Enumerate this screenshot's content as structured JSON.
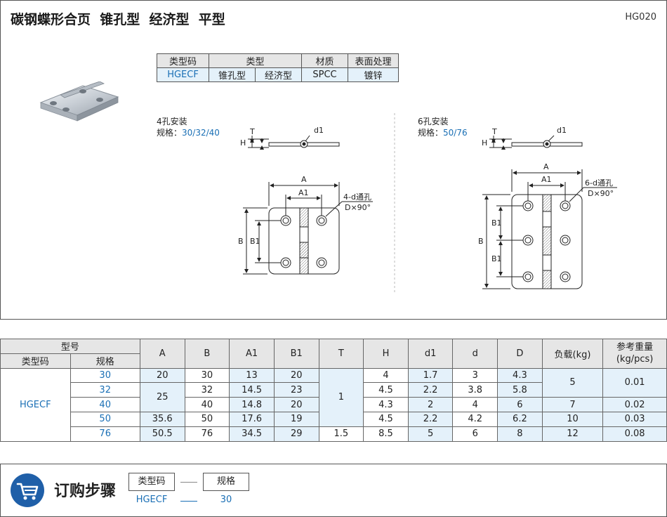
{
  "header": {
    "title": "碳钢蝶形合页  锥孔型  经济型  平型",
    "code": "HG020"
  },
  "type_table": {
    "headers": [
      "类型码",
      "类型",
      "材质",
      "表面处理"
    ],
    "type_code": "HGECF",
    "type_1": "锥孔型",
    "type_2": "经济型",
    "material": "SPCC",
    "surface": "镀锌"
  },
  "drawing_left": {
    "title": "4孔安装",
    "spec_label": "规格：",
    "spec_values": "30/32/40",
    "labels": {
      "t": "T",
      "h": "H",
      "d1": "d1",
      "a": "A",
      "a1": "A1",
      "b": "B",
      "b1": "B1",
      "hole_1": "4-d通孔",
      "hole_2": "D×90°"
    }
  },
  "drawing_right": {
    "title": "6孔安装",
    "spec_label": "规格：",
    "spec_values": "50/76",
    "labels": {
      "t": "T",
      "h": "H",
      "d1": "d1",
      "a": "A",
      "a1": "A1",
      "b": "B",
      "b1": "B1",
      "b1b": "B1",
      "hole_1": "6-d通孔",
      "hole_2": "D×90°"
    }
  },
  "spec_table": {
    "group_header": "型号",
    "sub_headers": [
      "类型码",
      "规格"
    ],
    "columns": [
      "A",
      "B",
      "A1",
      "B1",
      "T",
      "H",
      "d1",
      "d",
      "D",
      "负载(kg)",
      "参考重量\n(kg/pcs)"
    ],
    "type_code": "HGECF",
    "rows": [
      {
        "spec": "30",
        "A": "20",
        "B": "30",
        "A1": "13",
        "B1": "20",
        "T": "1",
        "H": "4",
        "d1": "1.7",
        "d": "3",
        "D": "4.3",
        "load": "5",
        "weight": "0.01"
      },
      {
        "spec": "32",
        "A": "25",
        "B": "32",
        "A1": "14.5",
        "B1": "23",
        "H": "4.5",
        "d1": "2.2",
        "d": "3.8",
        "D": "5.8"
      },
      {
        "spec": "40",
        "B": "40",
        "A1": "14.8",
        "B1": "20",
        "H": "4.3",
        "d1": "2",
        "d": "4",
        "D": "6",
        "load": "7",
        "weight": "0.02"
      },
      {
        "spec": "50",
        "A": "35.6",
        "B": "50",
        "A1": "17.6",
        "B1": "19",
        "H": "4.5",
        "d1": "2.2",
        "d": "4.2",
        "D": "6.2",
        "load": "10",
        "weight": "0.03"
      },
      {
        "spec": "76",
        "A": "50.5",
        "B": "76",
        "A1": "34.5",
        "B1": "29",
        "T": "1.5",
        "H": "8.5",
        "d1": "5",
        "d": "6",
        "D": "8",
        "load": "12",
        "weight": "0.08"
      }
    ]
  },
  "order": {
    "title": "订购步骤",
    "step1_label": "类型码",
    "step2_label": "规格",
    "step1_value": "HGECF",
    "step2_value": "30"
  },
  "colors": {
    "accent": "#1a6fb5",
    "header_bg": "#e6e6e6",
    "cell_bg": "#e4f1fa",
    "icon_bg": "#1f5fa8"
  }
}
